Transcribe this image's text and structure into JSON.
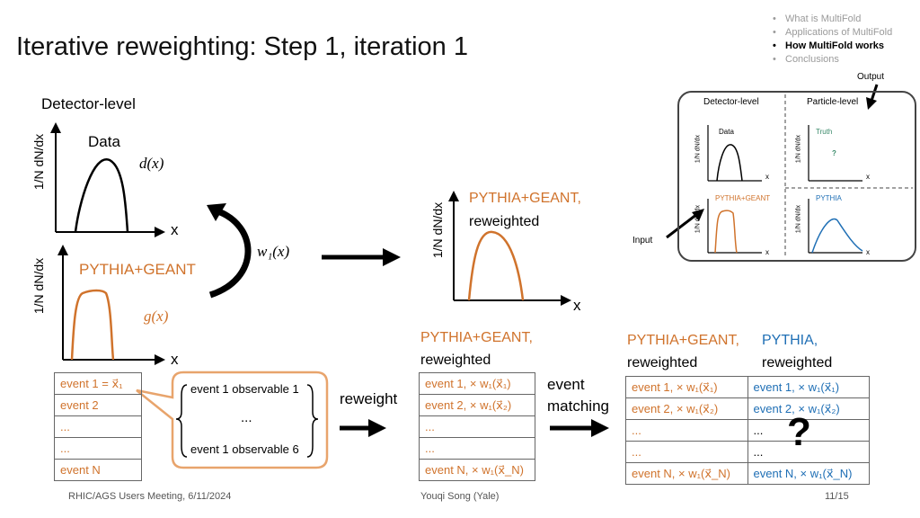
{
  "title": "Iterative reweighting: Step 1, iteration 1",
  "nav": [
    "What is MultiFold",
    "Applications of MultiFold",
    "How MultiFold works",
    "Conclusions"
  ],
  "nav_active": 2,
  "detector_level": "Detector-level",
  "ylabel": "1/N dN/dx",
  "xlabel": "x",
  "data_label": "Data",
  "d_x": "d(x)",
  "pythia_geant": "PYTHIA+GEANT",
  "g_x": "g(x)",
  "w1_x": "w₁(x)",
  "pg_reweighted_1": "PYTHIA+GEANT,",
  "pg_reweighted_2": "reweighted",
  "reweight": "reweight",
  "event_matching_1": "event",
  "event_matching_2": "matching",
  "pythia_comma": "PYTHIA,",
  "reweighted": "reweighted",
  "question": "?",
  "observables": {
    "top": "event 1 observable 1",
    "mid": "...",
    "bottom": "event 1 observable 6"
  },
  "table_left": [
    "event 1 = x⃗₁",
    "event 2",
    "...",
    "...",
    "event N"
  ],
  "table_mid": [
    "event 1, × w₁(x⃗₁)",
    "event 2, × w₁(x⃗₂)",
    "...",
    "...",
    "event N, × w₁(x⃗_N)"
  ],
  "table_right_pg": [
    "event 1, × w₁(x⃗₁)",
    "event 2, × w₁(x⃗₂)",
    "...",
    "...",
    "event N, × w₁(x⃗_N)"
  ],
  "table_right_py": [
    "event 1, × w₁(x⃗₁)",
    "event 2, × w₁(x⃗₂)",
    "...",
    "...",
    "event N, × w₁(x⃗_N)"
  ],
  "inset": {
    "output": "Output",
    "input": "Input",
    "detector_level": "Detector-level",
    "particle_level": "Particle-level",
    "data": "Data",
    "truth": "Truth",
    "question": "?",
    "pythia_geant": "PYTHIA+GEANT",
    "pythia": "PYTHIA",
    "ylabel": "1/N dN/dx",
    "xlabel": "x"
  },
  "footer": {
    "left": "RHIC/AGS Users Meeting, 6/11/2024",
    "center": "Youqi Song (Yale)",
    "right": "11/15"
  },
  "colors": {
    "orange": "#d0732c",
    "blue": "#1f6fb5"
  }
}
